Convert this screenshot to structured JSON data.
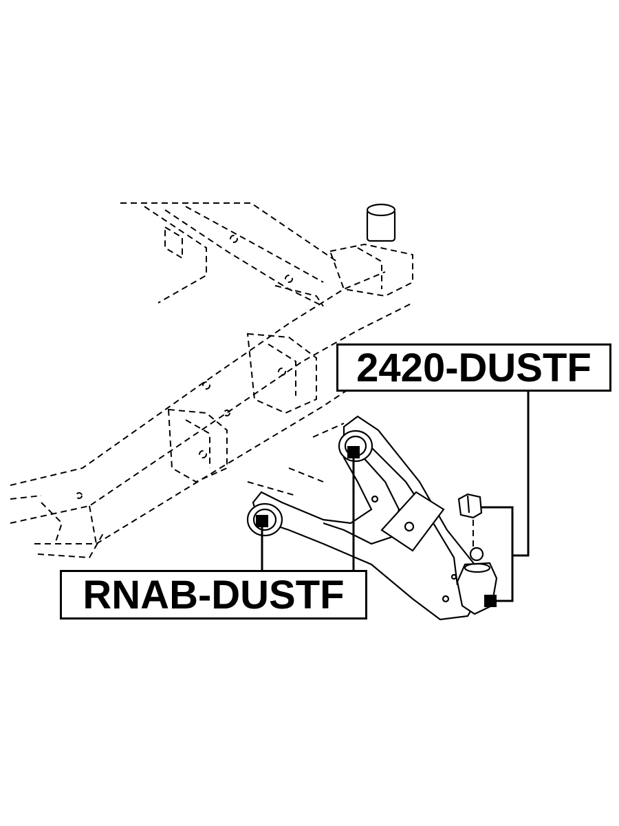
{
  "parts": {
    "ball_joint_label": "2420-DUSTF",
    "arm_bushing_label": "RNAB-DUSTF"
  },
  "icons": {
    "frame": "subframe-crossmember-dashed-drawing",
    "arm": "lower-control-arm-drawing",
    "ball_joint": "ball-joint-drawing"
  },
  "colors": {
    "line": "#000000",
    "background": "#ffffff"
  }
}
